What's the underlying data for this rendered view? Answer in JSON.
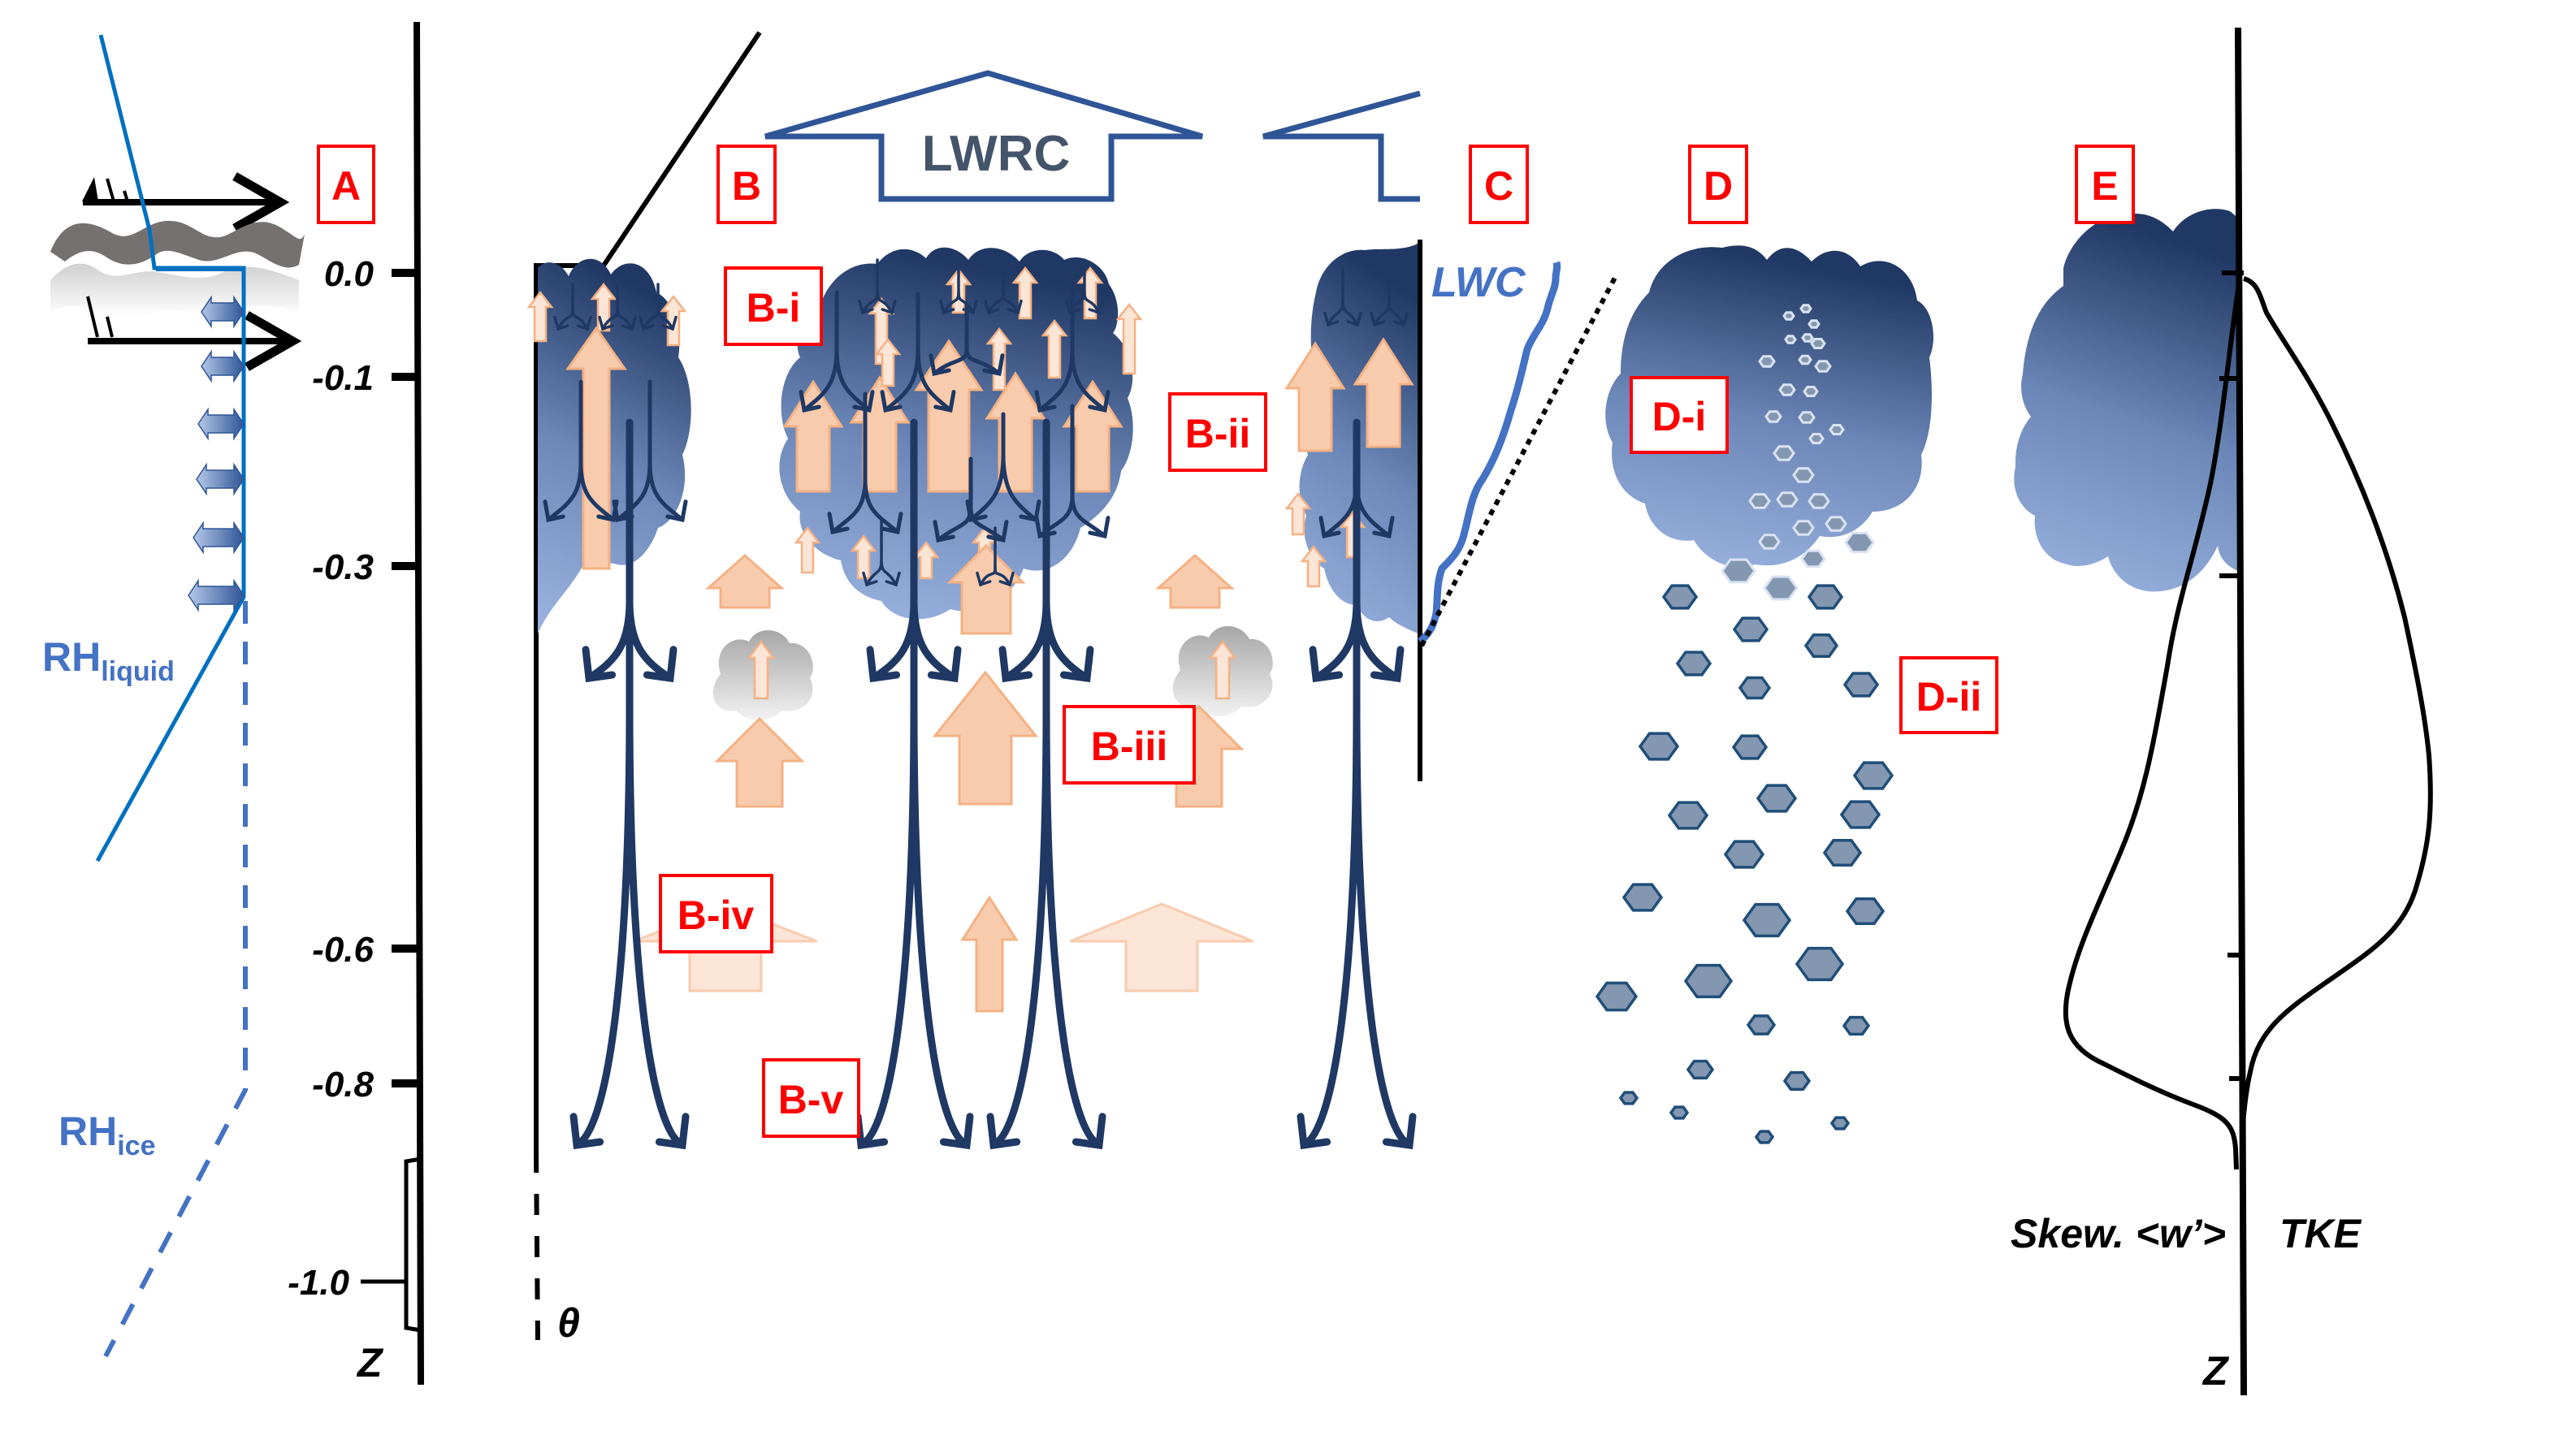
{
  "figure": {
    "panel_labels": {
      "A": "A",
      "B": "B",
      "C": "C",
      "D": "D",
      "E": "E"
    },
    "sub_labels": {
      "B_i": "B-i",
      "B_ii": "B-ii",
      "B_iii": "B-iii",
      "B_iv": "B-iv",
      "B_v": "B-v",
      "D_i": "D-i",
      "D_ii": "D-ii"
    },
    "left_axis": {
      "ticks": [
        "0.0",
        "-0.1",
        "-0.3",
        "-0.6",
        "-0.8",
        "-1.0"
      ],
      "tick_values": [
        0.0,
        -0.1,
        -0.3,
        -0.6,
        -0.8,
        -1.0
      ],
      "axis_label": "Z"
    },
    "rh_labels": {
      "liquid_main": "RH",
      "liquid_sub": "liquid",
      "ice_main": "RH",
      "ice_sub": "ice"
    },
    "theta_label": "θ",
    "lwrc_label": "LWRC",
    "lwc_label": "LWC",
    "right_axis": {
      "skewness_label": "Skew. <w’>",
      "tke_label": "TKE",
      "axis_label": "Z"
    },
    "colors": {
      "label_red": "#ff0000",
      "rh_blue": "#4472c4",
      "line_blue": "#0070c0",
      "downdraft_navy": "#1f3864",
      "updraft_peach": "#f8cbad",
      "cloud_top": "#203864",
      "cloud_bottom": "#8faadc",
      "ice_crystal": "#8497b0",
      "lwrc_outline": "#2f5597"
    }
  }
}
